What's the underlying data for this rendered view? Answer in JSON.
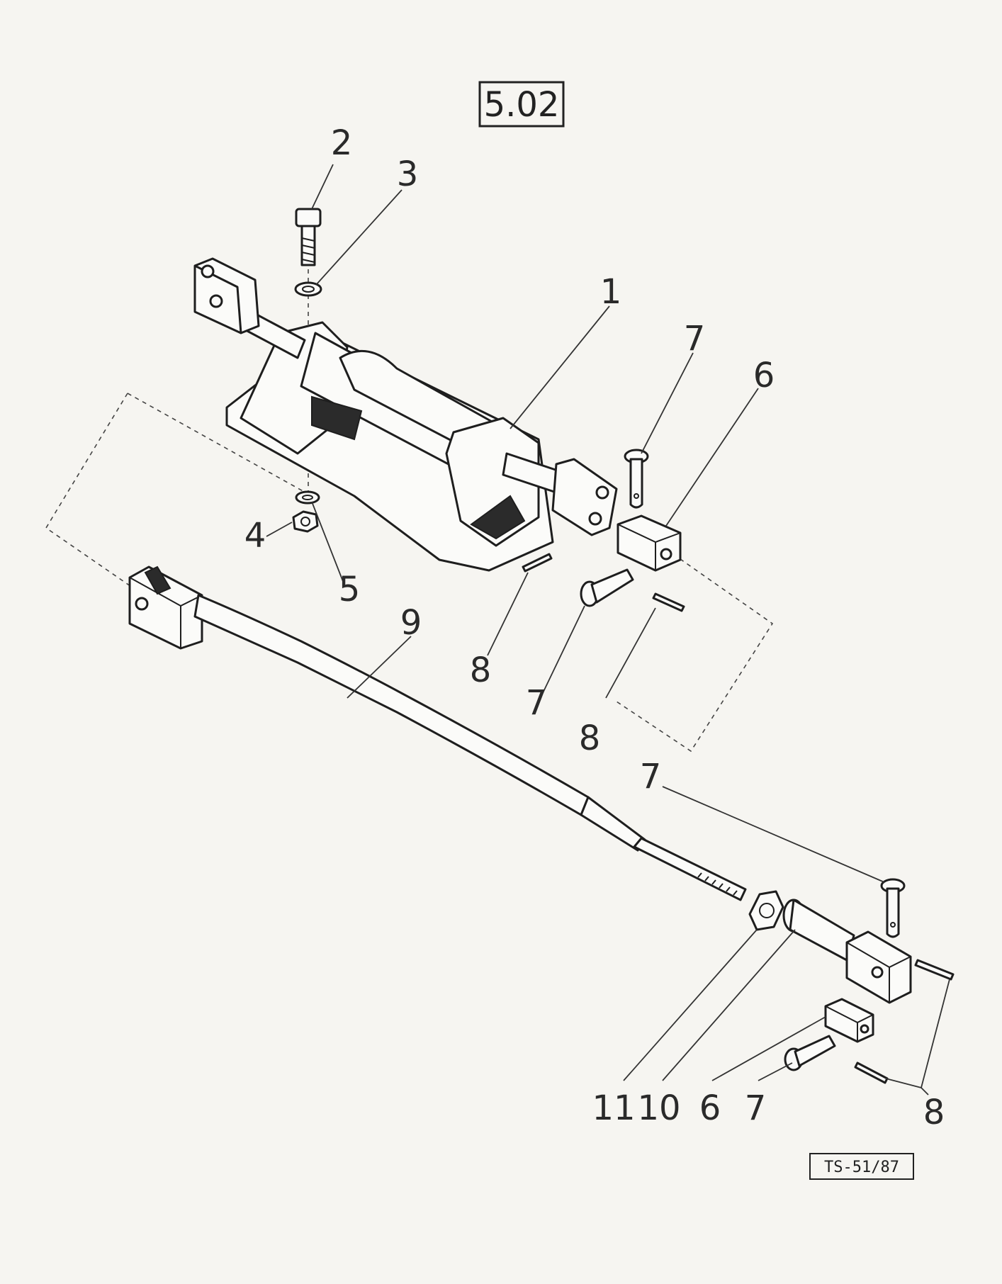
{
  "diagram": {
    "section_number": "5.02",
    "reference_code": "TS-51/87",
    "callouts": [
      {
        "id": "c2",
        "text": "2"
      },
      {
        "id": "c3",
        "text": "3"
      },
      {
        "id": "c1",
        "text": "1"
      },
      {
        "id": "c7a",
        "text": "7"
      },
      {
        "id": "c6a",
        "text": "6"
      },
      {
        "id": "c4",
        "text": "4"
      },
      {
        "id": "c5",
        "text": "5"
      },
      {
        "id": "c9",
        "text": "9"
      },
      {
        "id": "c8a",
        "text": "8"
      },
      {
        "id": "c7b",
        "text": "7"
      },
      {
        "id": "c8b",
        "text": "8"
      },
      {
        "id": "c7c",
        "text": "7"
      },
      {
        "id": "c11",
        "text": "11"
      },
      {
        "id": "c10",
        "text": "10"
      },
      {
        "id": "c6b",
        "text": "6"
      },
      {
        "id": "c7d",
        "text": "7"
      },
      {
        "id": "c8c",
        "text": "8"
      }
    ]
  }
}
